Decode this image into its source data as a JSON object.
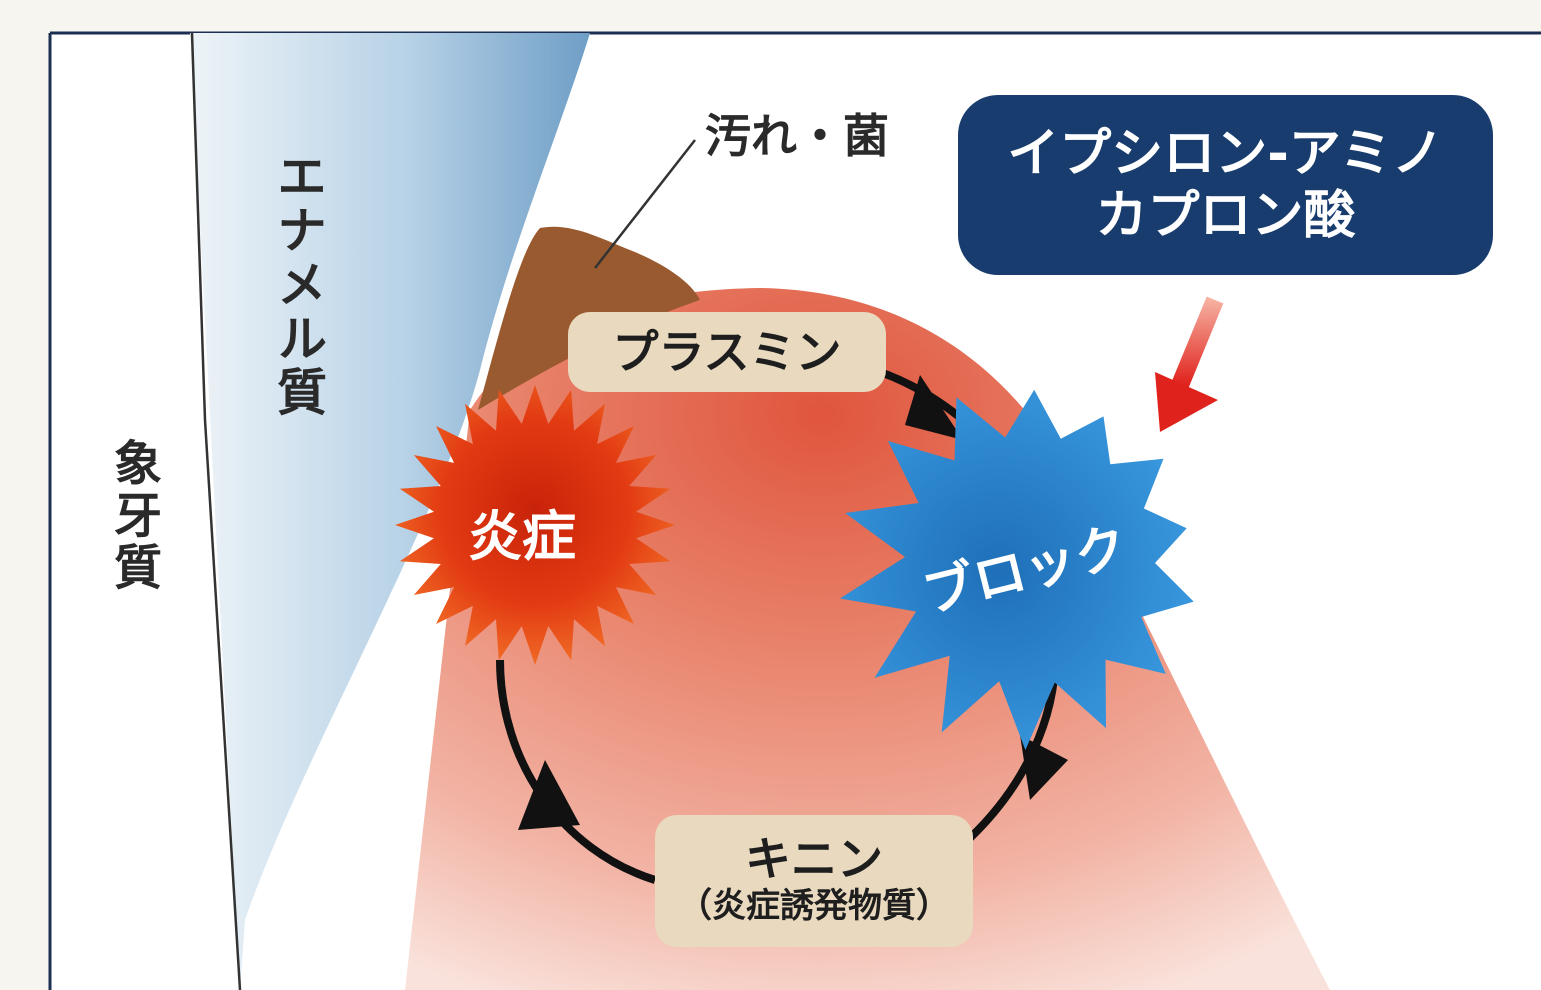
{
  "labels": {
    "enamel": "エナメル質",
    "dentin": "象牙質",
    "dirt_bacteria": "汚れ・菌",
    "drug_line1": "イプシロン-アミノ",
    "drug_line2": "カプロン酸",
    "plasmin": "プラスミン",
    "kinin": "キニン",
    "kinin_note": "（炎症誘発物質）",
    "inflammation": "炎症",
    "block": "ブロック"
  },
  "colors": {
    "enamel_blue": "#8db6d6",
    "gum_red": "#e2705a",
    "dirt_brown": "#9a5a2f",
    "drug_box": "#173c6d",
    "inflammation_burst": "#e23a12",
    "block_burst": "#2a86cf",
    "arrow_red": "#e0221c",
    "pill": "#e8d9bf"
  },
  "icons": {
    "inflammation": "starburst-icon",
    "block": "splash-burst-icon",
    "cycle": "circular-arrow-icon",
    "inhibit": "down-left-arrow-icon"
  }
}
